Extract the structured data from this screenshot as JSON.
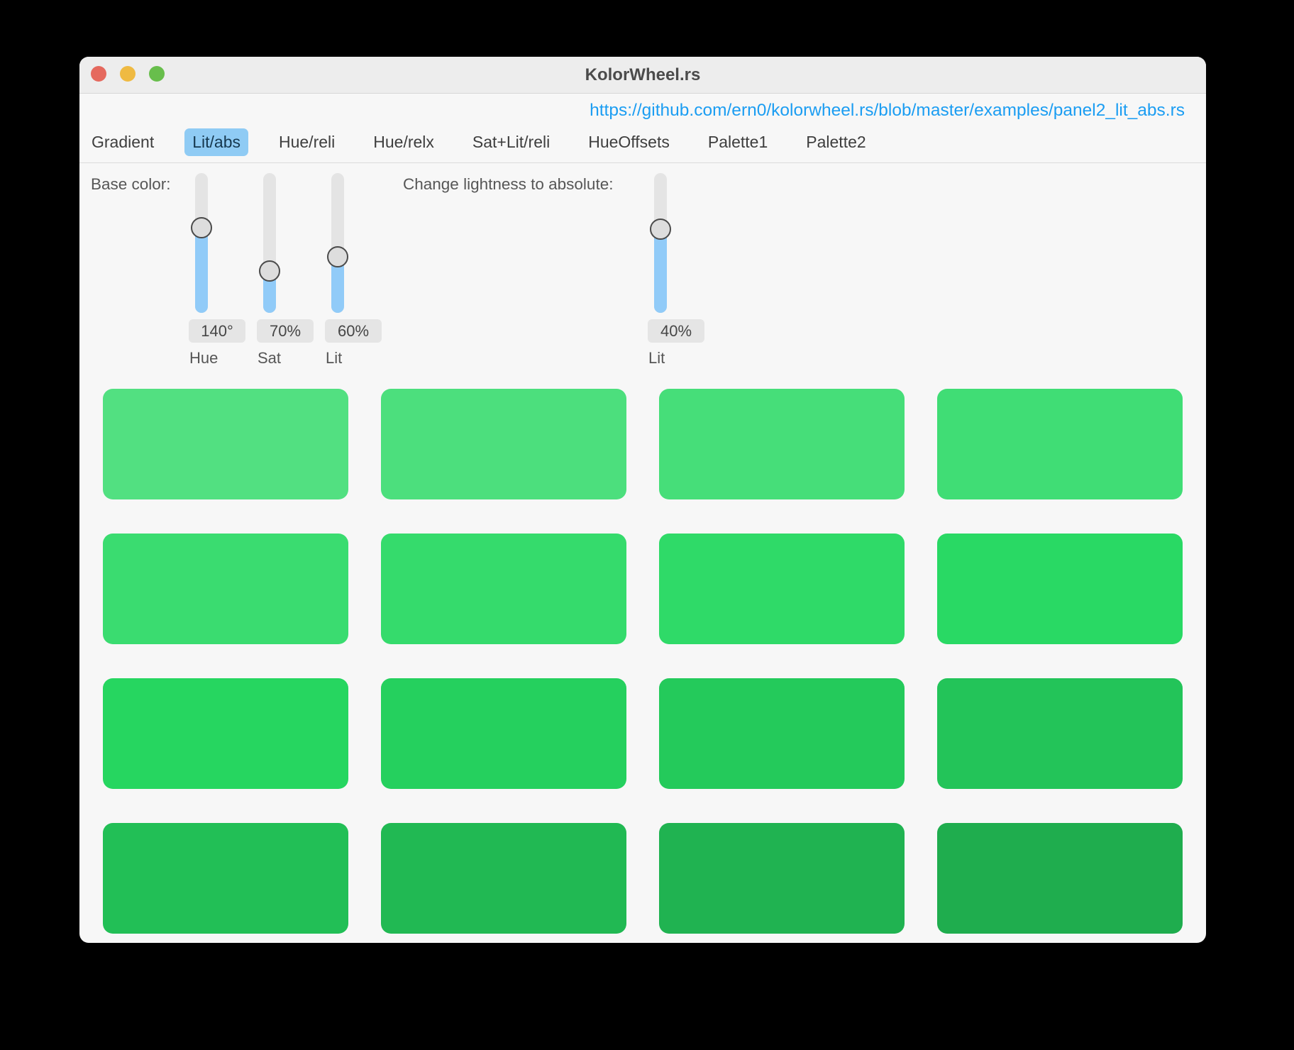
{
  "window": {
    "title": "KolorWheel.rs",
    "traffic_lights": {
      "close": "#E5695E",
      "minimize": "#EFBA42",
      "zoom": "#68BE4C"
    }
  },
  "link": {
    "text": "https://github.com/ern0/kolorwheel.rs/blob/master/examples/panel2_lit_abs.rs",
    "color": "#1B9DF2"
  },
  "tabs": [
    {
      "label": "Gradient",
      "selected": false
    },
    {
      "label": "Lit/abs",
      "selected": true
    },
    {
      "label": "Hue/reli",
      "selected": false
    },
    {
      "label": "Hue/relx",
      "selected": false
    },
    {
      "label": "Sat+Lit/reli",
      "selected": false
    },
    {
      "label": "HueOffsets",
      "selected": false
    },
    {
      "label": "Palette1",
      "selected": false
    },
    {
      "label": "Palette2",
      "selected": false
    }
  ],
  "selected_tab_style": {
    "bg": "#8FCBF4",
    "text": "#16384F"
  },
  "base_section": {
    "label": "Base color:",
    "sliders": [
      {
        "name": "Hue",
        "value": "140°",
        "fraction": 0.389
      },
      {
        "name": "Sat",
        "value": "70%",
        "fraction": 0.7
      },
      {
        "name": "Lit",
        "value": "60%",
        "fraction": 0.6
      }
    ]
  },
  "abs_section": {
    "label": "Change lightness to absolute:",
    "sliders": [
      {
        "name": "Lit",
        "value": "40%",
        "fraction": 0.4
      }
    ]
  },
  "slider_colors": {
    "track": "#E4E4E4",
    "fill": "#91CBF8",
    "knob": "#DDDDDD",
    "knob_border": "#4A4A4A"
  },
  "swatches": [
    "#52E081",
    "#4CDF7D",
    "#46DE79",
    "#40DD75",
    "#3ADC70",
    "#35DB6C",
    "#2FDA68",
    "#29D964",
    "#26D660",
    "#25D05E",
    "#24CA5B",
    "#23C459",
    "#22BF56",
    "#21B953",
    "#20B351",
    "#1FAD4E"
  ]
}
